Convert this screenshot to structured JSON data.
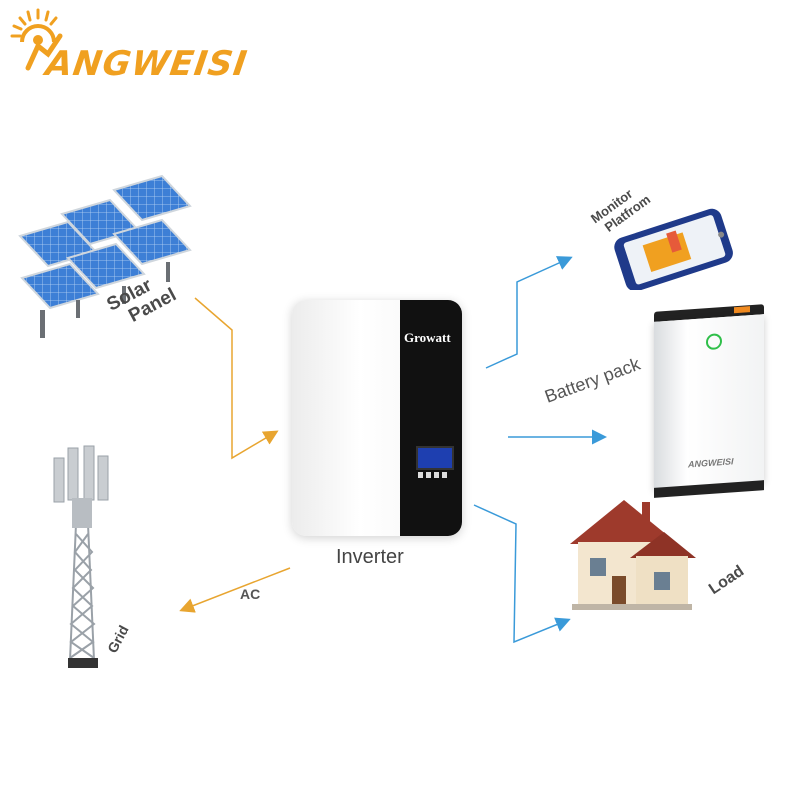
{
  "brand": {
    "name": "ANGWEISI"
  },
  "inverter": {
    "brand": "Growatt",
    "label": "Inverter"
  },
  "battery": {
    "brand": "ANGWEISI",
    "label": "Battery pack"
  },
  "labels": {
    "solar_line1": "Solar",
    "solar_line2": "Panel",
    "monitor_line1": "Monitor",
    "monitor_line2": "Platfrom",
    "load": "Load",
    "grid": "Grid",
    "ac": "AC"
  },
  "colors": {
    "brand_orange": "#f0a020",
    "flow_orange": "#e8a530",
    "flow_blue": "#3a9ad9",
    "inverter_black": "#111111",
    "roof_red": "#9e3a2c",
    "phone_blue": "#1f3a8a"
  }
}
